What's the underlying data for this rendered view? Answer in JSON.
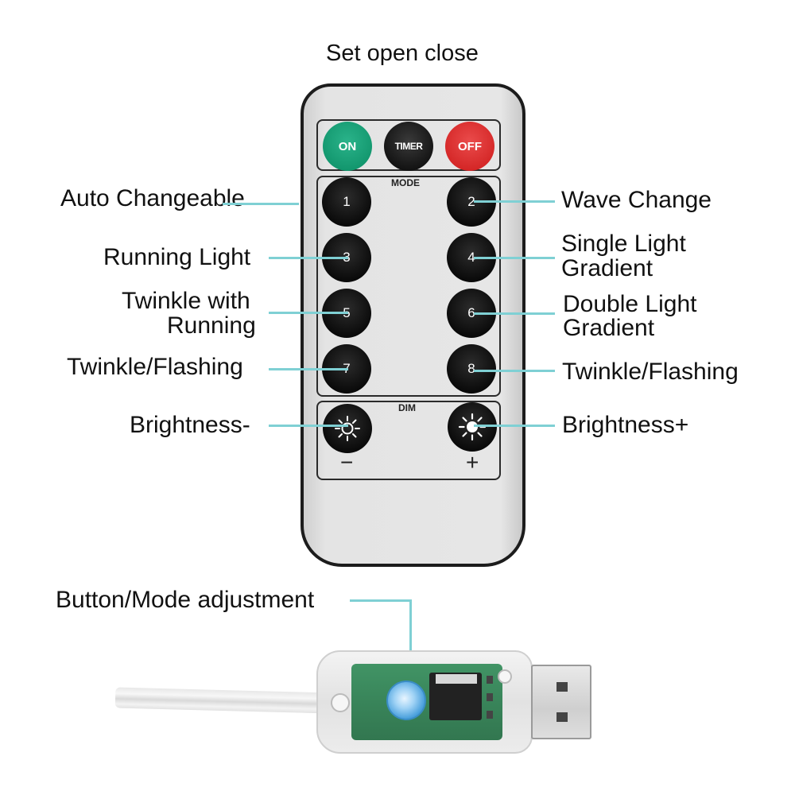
{
  "title": "Set open close",
  "remote": {
    "top_buttons": {
      "on": "ON",
      "timer": "TIMER",
      "off": "OFF"
    },
    "mode_caption": "MODE",
    "dim_caption": "DIM",
    "mode_buttons": [
      "1",
      "2",
      "3",
      "4",
      "5",
      "6",
      "7",
      "8"
    ],
    "minus_symbol": "−",
    "plus_symbol": "+"
  },
  "labels": {
    "left": {
      "auto_changeable": "Auto Changeable",
      "running_light": "Running Light",
      "twinkle_running_line1": "Twinkle with",
      "twinkle_running_line2": "Running",
      "twinkle_flashing": "Twinkle/Flashing",
      "brightness_minus": "Brightness-"
    },
    "right": {
      "wave_change": "Wave Change",
      "single_gradient_line1": "Single Light",
      "single_gradient_line2": "Gradient",
      "double_gradient_line1": "Double Light",
      "double_gradient_line2": "Gradient",
      "twinkle_flashing": "Twinkle/Flashing",
      "brightness_plus": "Brightness+"
    },
    "usb_button": "Button/Mode adjustment"
  },
  "colors": {
    "leader_line": "#7fd0d4",
    "on_button": "#12966d",
    "off_button": "#d42626",
    "mode_button": "#0b0b0b",
    "usb_button": "#6fb6e8"
  },
  "icons": {
    "brightness_down": "dim-sun-icon",
    "brightness_up": "bright-sun-icon"
  }
}
